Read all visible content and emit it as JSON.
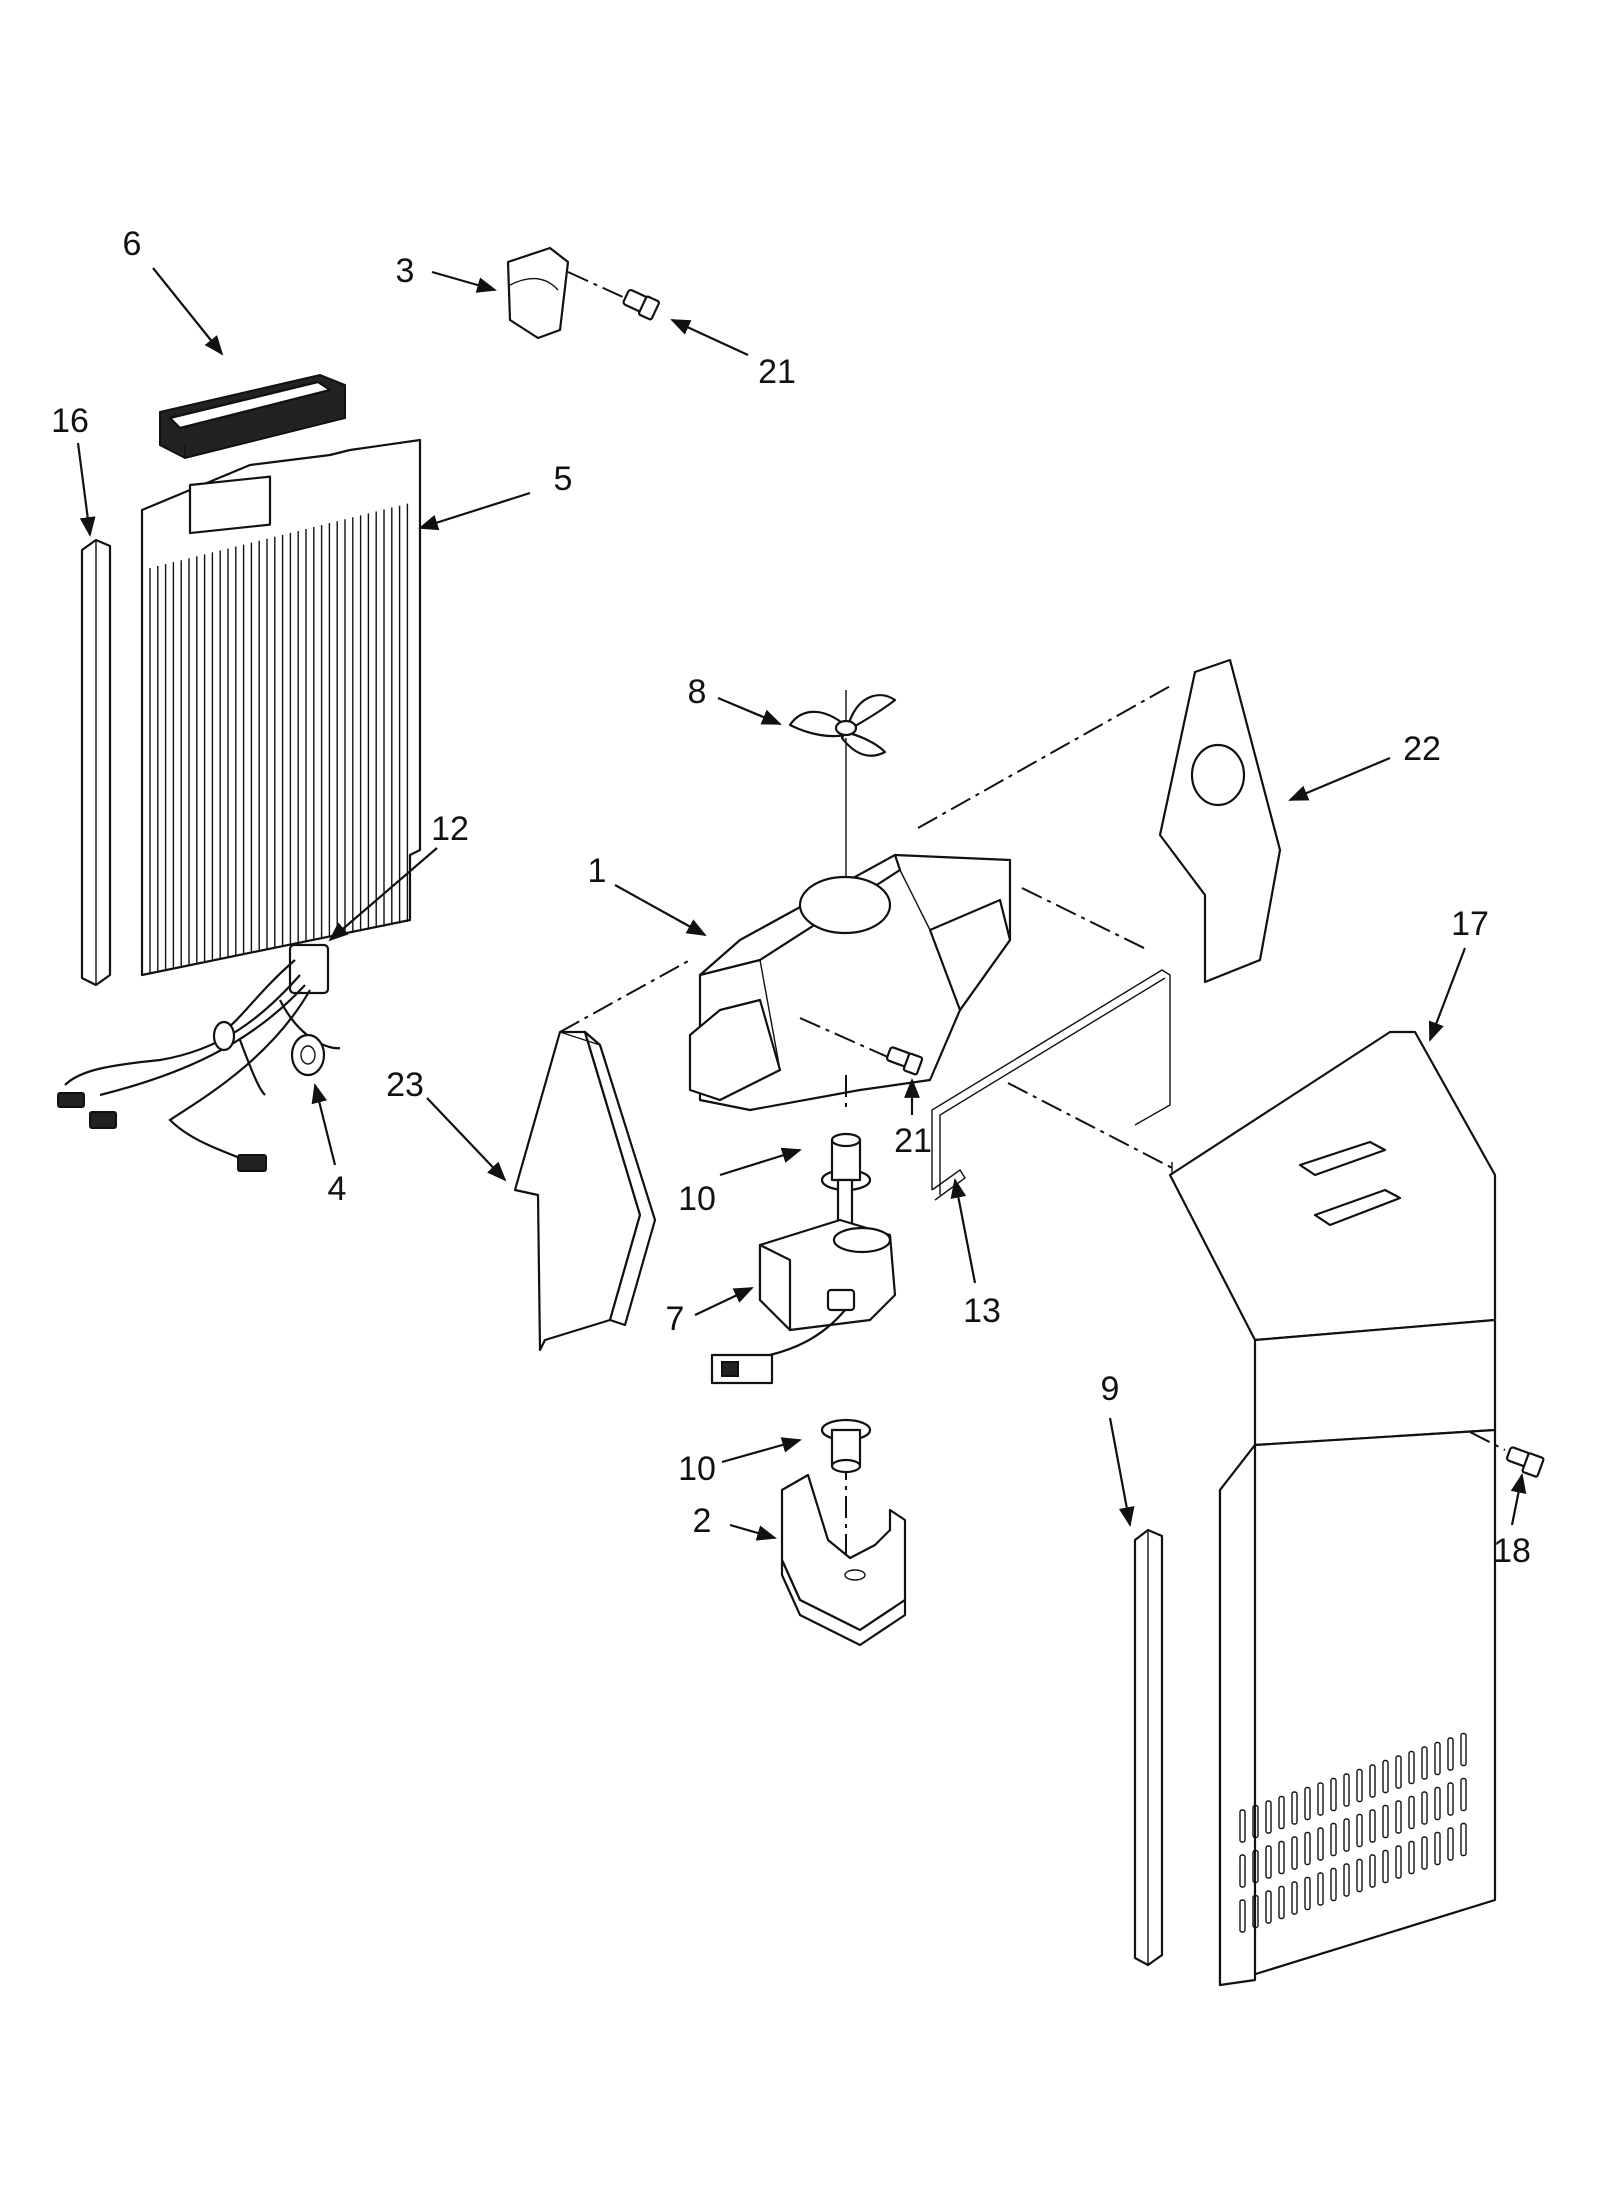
{
  "diagram": {
    "callouts": [
      {
        "id": "c1",
        "label": "1"
      },
      {
        "id": "c2",
        "label": "2"
      },
      {
        "id": "c3",
        "label": "3"
      },
      {
        "id": "c4",
        "label": "4"
      },
      {
        "id": "c5",
        "label": "5"
      },
      {
        "id": "c6",
        "label": "6"
      },
      {
        "id": "c7",
        "label": "7"
      },
      {
        "id": "c8",
        "label": "8"
      },
      {
        "id": "c9",
        "label": "9"
      },
      {
        "id": "c10a",
        "label": "10"
      },
      {
        "id": "c10b",
        "label": "10"
      },
      {
        "id": "c12",
        "label": "12"
      },
      {
        "id": "c13",
        "label": "13"
      },
      {
        "id": "c16",
        "label": "16"
      },
      {
        "id": "c17",
        "label": "17"
      },
      {
        "id": "c18",
        "label": "18"
      },
      {
        "id": "c21a",
        "label": "21"
      },
      {
        "id": "c21b",
        "label": "21"
      },
      {
        "id": "c22",
        "label": "22"
      },
      {
        "id": "c23",
        "label": "23"
      }
    ]
  },
  "colors": {
    "line": "#111111",
    "background": "#ffffff"
  }
}
